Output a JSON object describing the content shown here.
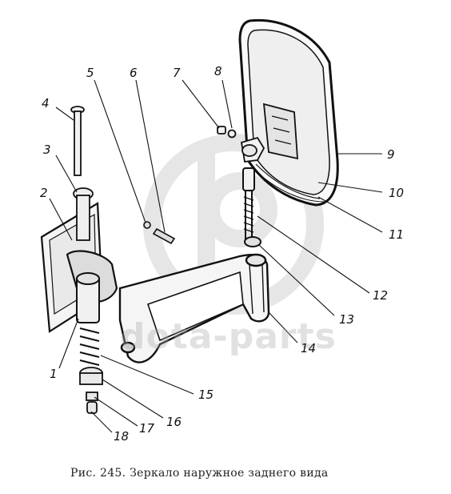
{
  "caption": "Рис. 245. Зеркало наружное заднего вида",
  "watermark": "dota-parts",
  "callouts": [
    "1",
    "2",
    "3",
    "4",
    "5",
    "6",
    "7",
    "8",
    "9",
    "10",
    "11",
    "12",
    "13",
    "14",
    "15",
    "16",
    "17",
    "18"
  ]
}
